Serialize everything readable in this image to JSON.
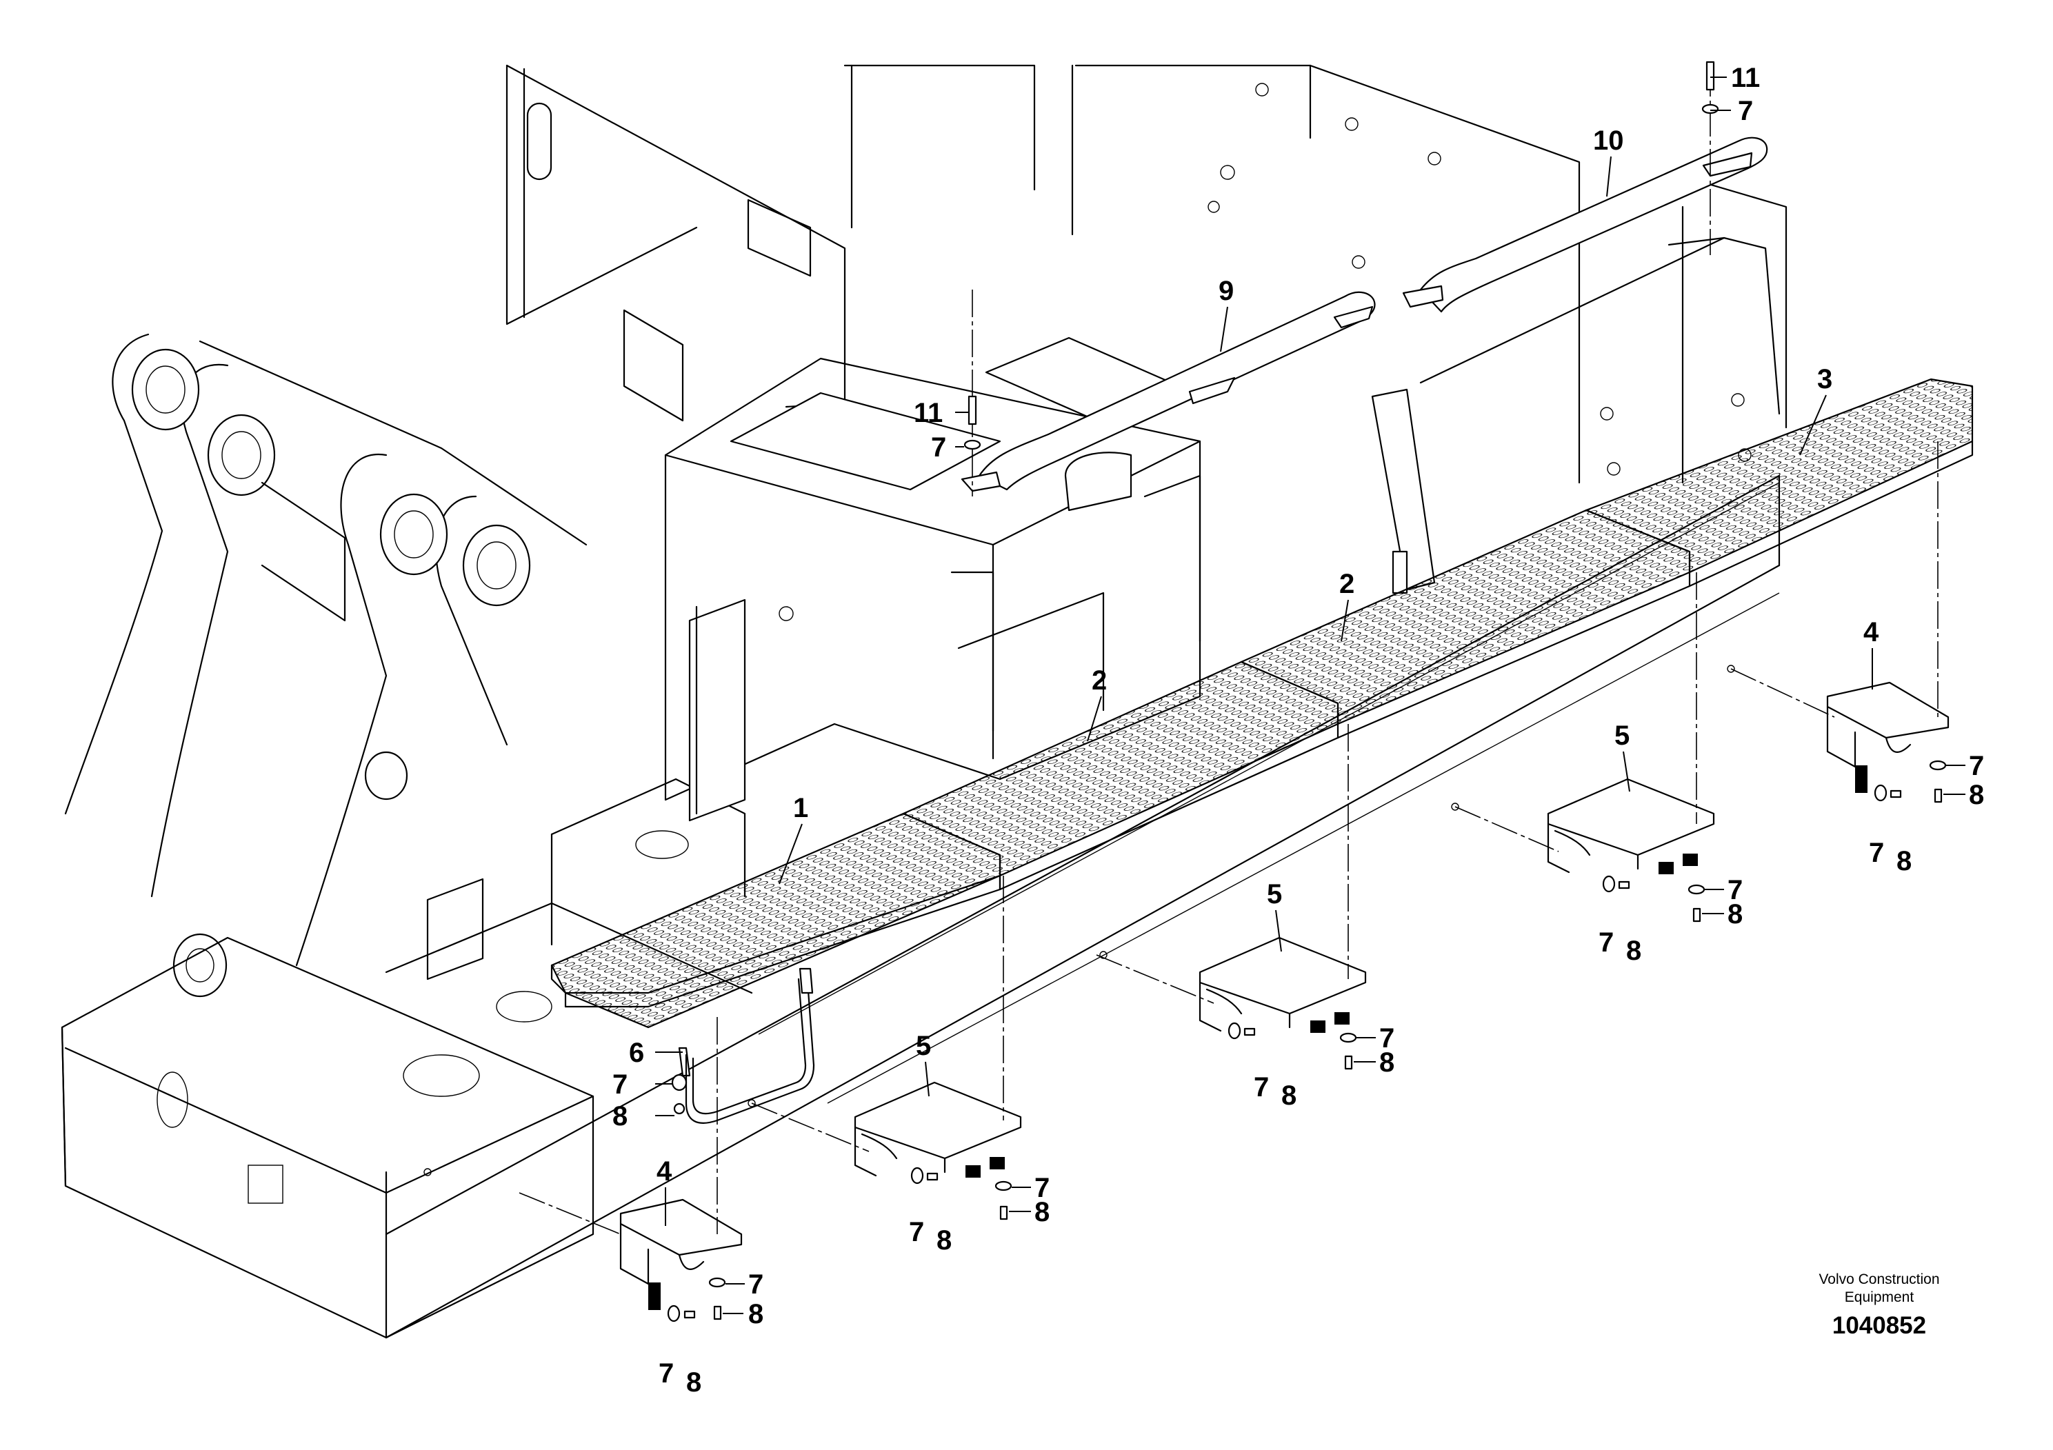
{
  "diagram": {
    "callouts": [
      {
        "id": "c1",
        "label": "1"
      },
      {
        "id": "c2a",
        "label": "2"
      },
      {
        "id": "c2b",
        "label": "2"
      },
      {
        "id": "c3",
        "label": "3"
      },
      {
        "id": "c4a",
        "label": "4"
      },
      {
        "id": "c4b",
        "label": "4"
      },
      {
        "id": "c5a",
        "label": "5"
      },
      {
        "id": "c5b",
        "label": "5"
      },
      {
        "id": "c5c",
        "label": "5"
      },
      {
        "id": "c6",
        "label": "6"
      },
      {
        "id": "c9",
        "label": "9"
      },
      {
        "id": "c10",
        "label": "10"
      },
      {
        "id": "c11a",
        "label": "11"
      },
      {
        "id": "c11b",
        "label": "11"
      },
      {
        "id": "c7a",
        "label": "7"
      },
      {
        "id": "c7b",
        "label": "7"
      },
      {
        "id": "c7c",
        "label": "7"
      },
      {
        "id": "c8c",
        "label": "8"
      },
      {
        "id": "c7d",
        "label": "7"
      },
      {
        "id": "c8d",
        "label": "8"
      },
      {
        "id": "c7e",
        "label": "7"
      },
      {
        "id": "c8e",
        "label": "8"
      },
      {
        "id": "c7f",
        "label": "7"
      },
      {
        "id": "c8f",
        "label": "8"
      },
      {
        "id": "c7g",
        "label": "7"
      },
      {
        "id": "c8g",
        "label": "8"
      },
      {
        "id": "c7h",
        "label": "7"
      },
      {
        "id": "c8h",
        "label": "8"
      },
      {
        "id": "c7i",
        "label": "7"
      },
      {
        "id": "c8i",
        "label": "8"
      },
      {
        "id": "c7j",
        "label": "7"
      },
      {
        "id": "c8j",
        "label": "8"
      },
      {
        "id": "c7k",
        "label": "7"
      },
      {
        "id": "c8k",
        "label": "8"
      },
      {
        "id": "c7l",
        "label": "7"
      },
      {
        "id": "c8l",
        "label": "8"
      },
      {
        "id": "c7m",
        "label": "7"
      },
      {
        "id": "c8m",
        "label": "8"
      }
    ],
    "brand_line1": "Volvo Construction",
    "brand_line2": "Equipment",
    "drawing_number": "1040852"
  }
}
